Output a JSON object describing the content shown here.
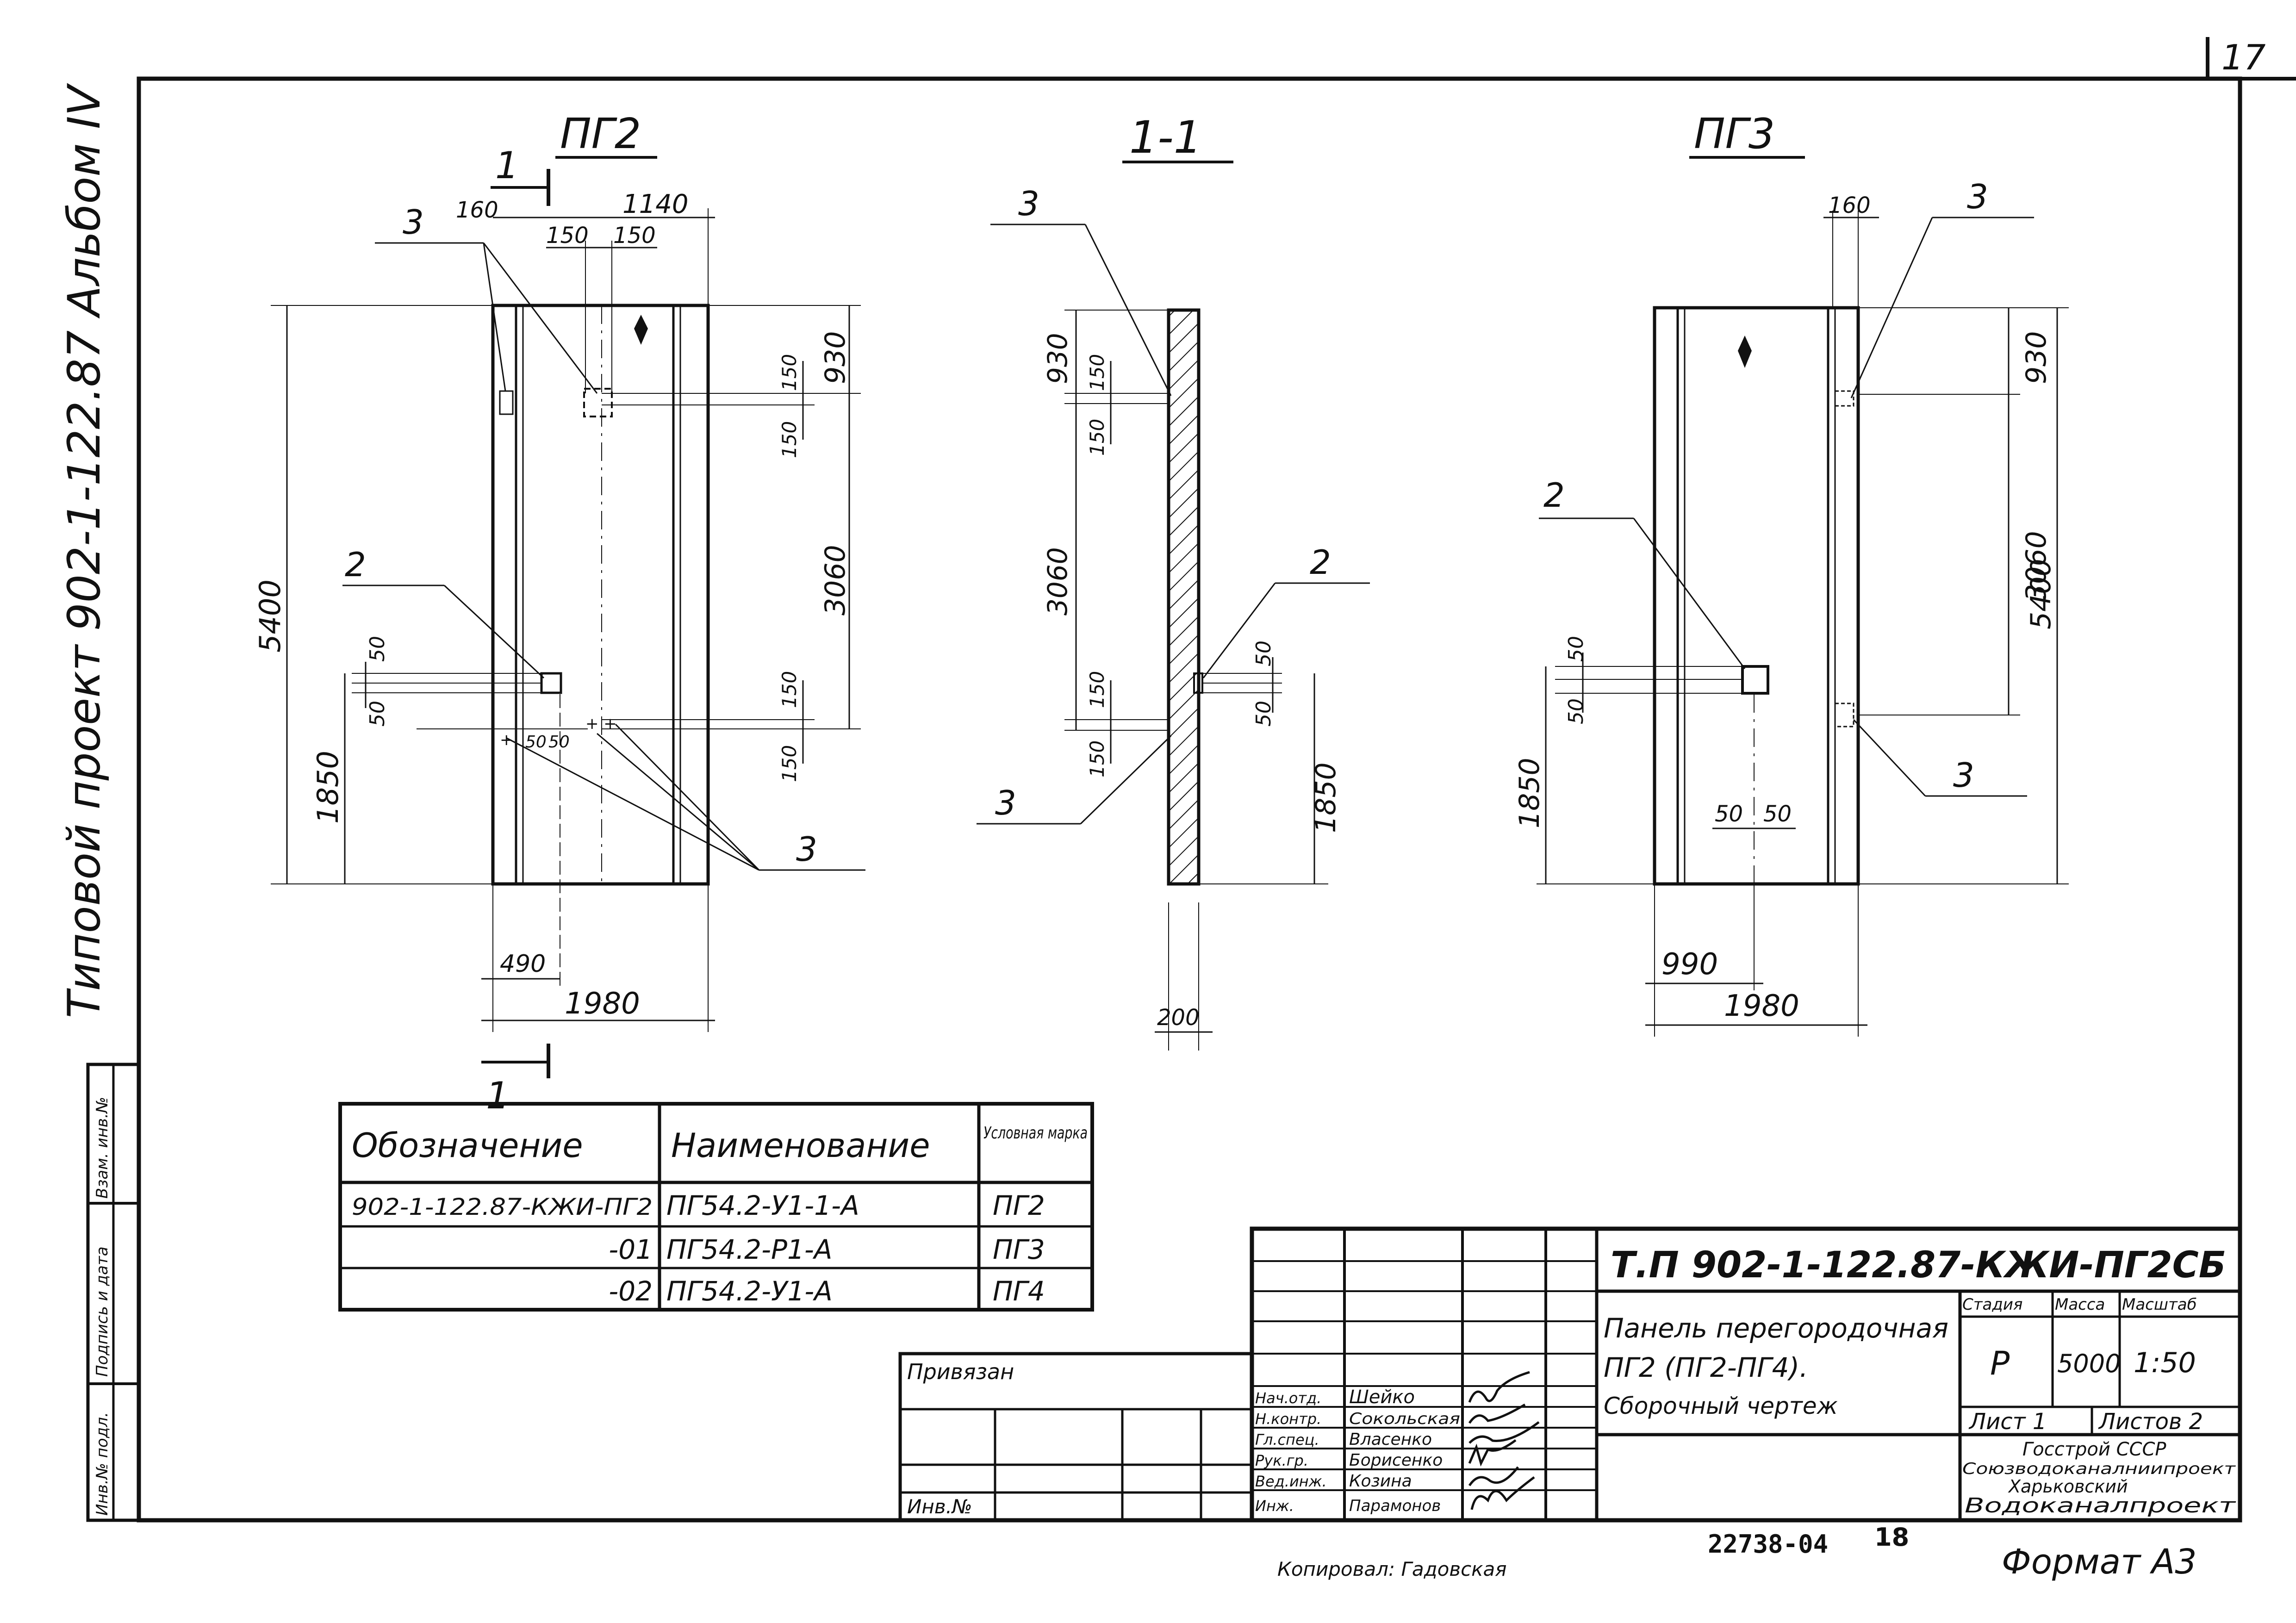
{
  "page_number": "17",
  "side_title": "Типовой проект  902-1-122.87  Альбом IV",
  "left_stamp": {
    "cells": [
      "Инв.№ подл.",
      "Подпись и дата",
      "Взам. инв.№"
    ]
  },
  "views": {
    "pg2": {
      "title": "ПГ2",
      "section_mark": "1",
      "dims": {
        "d1140": "1140",
        "d160": "160",
        "d150a": "150",
        "d150b": "150",
        "d5400": "5400",
        "d930": "930",
        "d3060": "3060",
        "d150r1": "150",
        "d150r2": "150",
        "d150r3": "150",
        "d150r4": "150",
        "d1850": "1850",
        "d50a": "50",
        "d50b": "50",
        "d50c": "50",
        "d50d": "50",
        "d490": "490",
        "d1980": "1980"
      },
      "callouts": {
        "c3top": "3",
        "c2": "2",
        "c3bottom": "3"
      }
    },
    "section": {
      "title": "1-1",
      "dims": {
        "d930": "930",
        "d150a": "150",
        "d150b": "150",
        "d3060": "3060",
        "d150c": "150",
        "d150d": "150",
        "d50a": "50",
        "d50b": "50",
        "d1850": "1850",
        "d200": "200"
      },
      "callouts": {
        "c3top": "3",
        "c2": "2",
        "c3bottom": "3"
      }
    },
    "pg3": {
      "title": "ПГ3",
      "dims": {
        "d160": "160",
        "d930": "930",
        "d3060": "3060",
        "d5400": "5400",
        "d50a": "50",
        "d50b": "50",
        "d1850": "1850",
        "d50c": "50",
        "d50d": "50",
        "d990": "990",
        "d1980": "1980"
      },
      "callouts": {
        "c3top": "3",
        "c2": "2",
        "c3bottom": "3"
      }
    }
  },
  "spec_table": {
    "headers": [
      "Обозначение",
      "Наименование",
      "Условная марка"
    ],
    "rows": [
      [
        "902-1-122.87-КЖИ-ПГ2",
        "ПГ54.2-У1-1-А",
        "ПГ2"
      ],
      [
        "-01",
        "ПГ54.2-Р1-А",
        "ПГ3"
      ],
      [
        "-02",
        "ПГ54.2-У1-А",
        "ПГ4"
      ]
    ]
  },
  "binding_block": {
    "label": "Привязан",
    "inv_label": "Инв.№"
  },
  "title_block": {
    "code": "Т.П 902-1-122.87-КЖИ-ПГ2СБ",
    "name_lines": [
      "Панель перегородочная",
      "ПГ2 (ПГ2-ПГ4).",
      "Сборочный чертеж"
    ],
    "stage_header": "Стадия",
    "mass_header": "Масса",
    "scale_header": "Масштаб",
    "stage": "Р",
    "mass": "5000",
    "scale": "1:50",
    "sheet_label": "Лист 1",
    "sheets_label": "Листов 2",
    "org_lines": [
      "Госстрой СССР",
      "Союзводоканалниипроект",
      "Харьковский",
      "Водоканалпроект"
    ],
    "signatures": [
      {
        "role": "Нач.отд.",
        "name": "Шейко"
      },
      {
        "role": "Н.контр.",
        "name": "Сокольская"
      },
      {
        "role": "Гл.спец.",
        "name": "Власенко"
      },
      {
        "role": "Рук.гр.",
        "name": "Борисенко"
      },
      {
        "role": "Вед.инж.",
        "name": "Козина"
      },
      {
        "role": "Инж.",
        "name": "Парамонов"
      }
    ]
  },
  "footer": {
    "copied": "Копировал: Гадовская",
    "number": "22738-04",
    "page": "18",
    "format": "Формат А3"
  }
}
